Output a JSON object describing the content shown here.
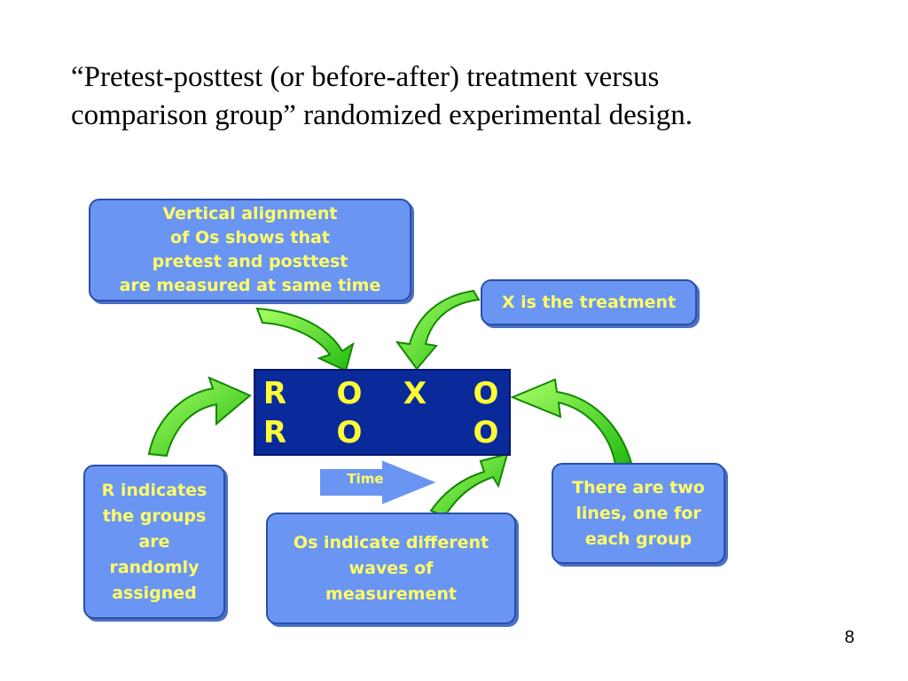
{
  "title": {
    "line1": "“Pretest-posttest (or before-after) treatment versus",
    "line2": "comparison group” randomized experimental design."
  },
  "matrix": {
    "row1": [
      "R",
      "O",
      "X",
      "O"
    ],
    "row2": [
      "R",
      "O",
      "",
      "O"
    ]
  },
  "time_arrow": {
    "label": "Time"
  },
  "callouts": {
    "vertical": [
      "Vertical alignment",
      "of Os shows that",
      "pretest and posttest",
      "are measured at same time"
    ],
    "treatment": [
      "X is the treatment"
    ],
    "r": [
      "R indicates",
      "the groups",
      "are",
      "randomly",
      "assigned"
    ],
    "os": [
      "Os indicate different",
      "waves of",
      "measurement"
    ],
    "lines": [
      "There are two",
      "lines, one for",
      "each group"
    ]
  },
  "colors": {
    "callout_fill": "#6b95f3",
    "callout_text": "#ffff66",
    "matrix_fill": "#0a2a9c",
    "arrow_green": "#33dd22"
  },
  "page_number": "8"
}
